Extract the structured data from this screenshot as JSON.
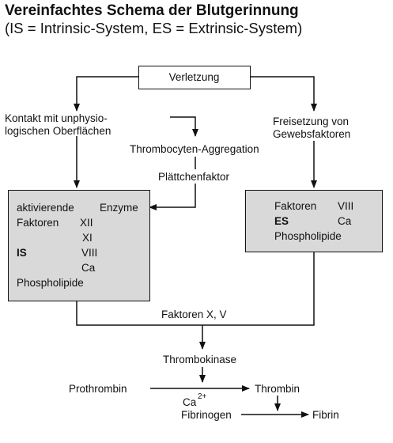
{
  "title": "Vereinfachtes Schema der Blutgerinnung",
  "subtitle": "(IS = Intrinsic-System, ES = Extrinsic-System)",
  "nodes": {
    "verletzung": "Verletzung",
    "kontakt_line1": "Kontakt mit unphysio-",
    "kontakt_line2": "logischen Oberflächen",
    "freisetzung_line1": "Freisetzung von",
    "freisetzung_line2": "Gewebsfaktoren",
    "thrombocyten": "Thrombocyten-Aggregation",
    "plaettchenfaktor": "Plättchenfaktor",
    "faktoren_xv": "Faktoren X, V",
    "thrombokinase": "Thrombokinase",
    "prothrombin": "Prothrombin",
    "thrombin": "Thrombin",
    "ca": "Ca",
    "ca_superscript": "2+",
    "fibrinogen": "Fibrinogen",
    "fibrin": "Fibrin"
  },
  "is_box": {
    "label": "IS",
    "aktivierende": "aktivierende",
    "enzyme": "Enzyme",
    "faktoren": "Faktoren",
    "f_xii": "XII",
    "f_xi": "XI",
    "f_viii": "VIII",
    "ca": "Ca",
    "phospholipide": "Phospholipide"
  },
  "es_box": {
    "label": "ES",
    "faktoren": "Faktoren",
    "f_viii": "VIII",
    "ca": "Ca",
    "phospholipide": "Phospholipide"
  },
  "colors": {
    "box_fill": "#d9d9d9",
    "line": "#111111",
    "background": "#ffffff"
  }
}
